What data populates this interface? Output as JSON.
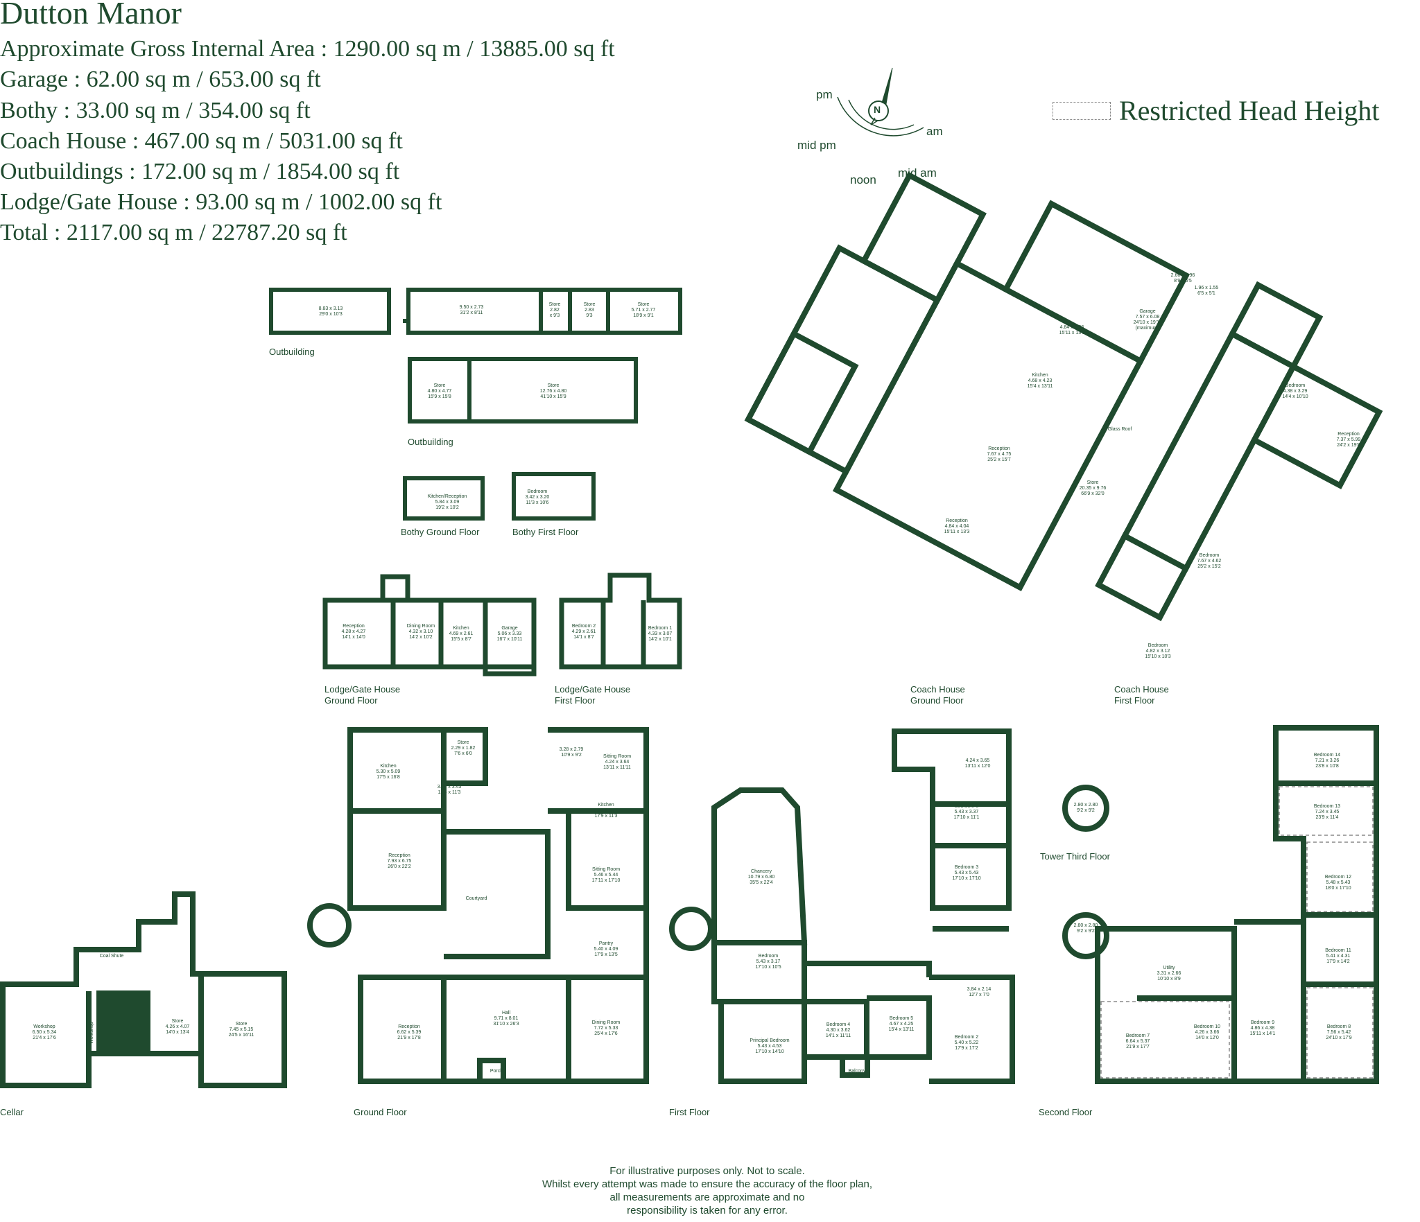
{
  "title": "Dutton Manor",
  "areas": [
    "Approximate Gross Internal Area : 1290.00 sq m / 13885.00 sq ft",
    "Garage : 62.00 sq m / 653.00 sq ft",
    "Bothy  : 33.00 sq m / 354.00 sq ft",
    "Coach House : 467.00 sq m / 5031.00 sq ft",
    "Outbuildings : 172.00 sq m / 1854.00 sq ft",
    "Lodge/Gate House : 93.00 sq m / 1002.00 sq ft",
    "Total : 2117.00 sq m / 22787.20 sq ft"
  ],
  "legend": {
    "label": "Restricted Head Height"
  },
  "compass": {
    "north": "N",
    "pm": "pm",
    "am": "am",
    "mid_pm": "mid pm",
    "mid_am": "mid am",
    "noon": "noon"
  },
  "plan_labels": {
    "outbuilding_1": "Outbuilding",
    "outbuilding_2": "Outbuilding",
    "bothy_ground": "Bothy Ground Floor",
    "bothy_first": "Bothy First Floor",
    "lodge_ground": "Lodge/Gate House\nGround Floor",
    "lodge_first": "Lodge/Gate House\nFirst Floor",
    "coach_ground": "Coach House\nGround Floor",
    "coach_first": "Coach House\nFirst Floor",
    "tower_third": "Tower Third Floor",
    "cellar": "Cellar",
    "ground_floor": "Ground Floor",
    "first_floor": "First Floor",
    "second_floor": "Second Floor"
  },
  "rooms": {
    "r1": "8.83 x 3.13\n29'0 x 10'3",
    "r2": "9.50 x 2.73\n31'2 x 8'11",
    "r3": "Store\n2.82\nx 9'3",
    "r4": "Store\n2.83\n9'3",
    "r5": "Store\n5.71 x 2.77\n18'9 x 9'1",
    "r6": "Store\n4.80 x 4.77\n15'9 x 15'8",
    "r7": "Store\n12.76 x 4.80\n41'10 x 15'9",
    "r8": "Kitchen/Reception\n5.84 x 3.09\n19'2 x 10'2",
    "r9": "Bedroom\n3.42 x 3.20\n11'3 x 10'6",
    "r10": "Reception\n4.28 x 4.27\n14'1 x 14'0",
    "r11": "Dining Room\n4.32 x 3.10\n14'2 x 10'2",
    "r12": "Kitchen\n4.69 x 2.61\n15'5 x 8'7",
    "r13": "Garage\n5.06 x 3.33\n16'7 x 10'11",
    "r14": "Bedroom 2\n4.29 x 2.61\n14'1 x 8'7",
    "r15": "Bedroom 1\n4.33 x 3.07\n14'2 x 10'1",
    "r16": "Garage\n7.57 x 6.08\n24'10 x 19'11\n(maximum)",
    "r17": "2.66 x 1.96\n8'9 x 6'5",
    "r18": "1.96 x 1.55\n6'5 x 5'1",
    "r19": "4.84 x 3.96\n15'11 x 13'0",
    "r20": "Kitchen\n4.68 x 4.23\n15'4 x 13'11",
    "r21": "Reception\n7.67 x 4.75\n25'2 x 15'7",
    "r22": "Glass Roof",
    "r23": "Store\n20.35 x 9.76\n66'9 x 32'0",
    "r24": "Reception\n4.84 x 4.04\n15'11 x 13'3",
    "r25": "Bedroom\n4.38 x 3.29\n14'4 x 10'10",
    "r26": "Reception\n7.37 x 5.99\n24'2 x 19'8",
    "r27": "Bedroom\n7.67 x 4.62\n25'2 x 15'2",
    "r28": "Bedroom\n4.82 x 3.12\n15'10 x 10'3",
    "r29": "Workshop\n6.50 x 5.34\n21'4 x 17'6",
    "r30": "Coal Shute",
    "r31": "Workshop",
    "r32": "Store\n4.26 x 4.07\n14'0 x 13'4",
    "r33": "Store\n7.45 x 5.15\n24'5 x 16'11",
    "r34": "Kitchen\n5.30 x 5.09\n17'5 x 16'8",
    "r35": "Store\n2.29 x 1.82\n7'6 x 6'0",
    "r36": "3.78 x 3.43\n12'4 x 11'3",
    "r37": "3.28 x 2.79\n10'9 x 9'2",
    "r38": "Sitting Room\n4.24 x 3.64\n13'11 x 11'11",
    "r39": "Kitchen\n5.40 x 3.42\n17'9 x 11'3",
    "r40": "Reception\n7.93 x 6.75\n26'0 x 22'2",
    "r41": "Courtyard",
    "r42": "Sitting Room\n5.46 x 5.44\n17'11 x 17'10",
    "r43": "Pantry\n5.40 x 4.09\n17'9 x 13'5",
    "r44": "Hall\n9.71 x 8.01\n31'10 x 26'3",
    "r45": "Reception\n6.62 x 5.39\n21'9 x 17'8",
    "r46": "Dining Room\n7.72 x 5.33\n25'4 x 17'6",
    "r47": "Porch",
    "r48": "Chancery\n10.79 x 6.80\n35'5 x 22'4",
    "r49": "Bedroom\n5.43 x 3.17\n17'10 x 10'5",
    "r50": "Principal Bedroom\n5.43 x 4.53\n17'10 x 14'10",
    "r51": "Bedroom 4\n4.30 x 3.62\n14'1 x 11'11",
    "r52": "Bedroom 5\n4.67 x 4.25\n15'4 x 13'11",
    "r53": "Balcony",
    "r54": "4.24 x 3.65\n13'11 x 12'0",
    "r55": "Bedroom 6\n5.43 x 3.37\n17'10 x 11'1",
    "r56": "Bedroom 3\n5.43 x 5.43\n17'10 x 17'10",
    "r57": "3.84 x 2.14\n12'7 x 7'0",
    "r58": "Bedroom 2\n5.40 x 5.22\n17'9 x 17'2",
    "r59": "2.80 x 2.80\n9'2 x 9'2",
    "r60": "2.80 x 2.80\n9'2 x 9'2",
    "r61": "Bedroom 14\n7.21 x 3.26\n23'8 x 10'8",
    "r62": "Bedroom 13\n7.24 x 3.45\n23'9 x 11'4",
    "r63": "Bedroom 12\n5.48 x 5.43\n18'0 x 17'10",
    "r64": "Bedroom 11\n5.41 x 4.31\n17'9 x 14'2",
    "r65": "Utility\n3.31 x 2.66\n10'10 x 8'9",
    "r66": "Bedroom 7\n6.64 x 5.37\n21'9 x 17'7",
    "r67": "Bedroom 10\n4.26 x 3.66\n14'0 x 12'0",
    "r68": "Bedroom 9\n4.86 x 4.38\n15'11 x 14'1",
    "r69": "Bedroom 8\n7.56 x 5.42\n24'10 x 17'9"
  },
  "disclaimer": "For illustrative purposes only. Not to scale.\nWhilst every attempt was made to ensure the accuracy of the floor plan,\nall measurements are approximate and no\nresponsibility is taken for any error.",
  "colors": {
    "wall": "#1f4a2e",
    "dashed": "#8a8a8a",
    "background": "#ffffff"
  }
}
